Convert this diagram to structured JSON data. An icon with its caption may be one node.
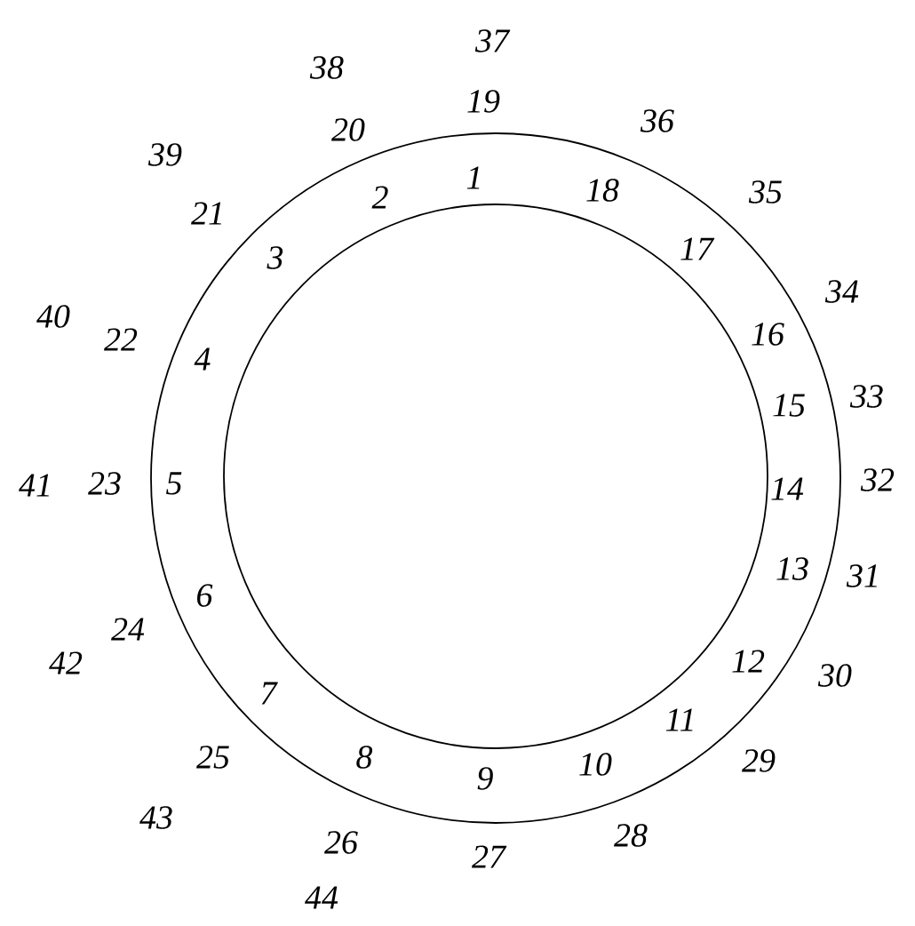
{
  "diagram": {
    "labels": [
      "1",
      "2",
      "3",
      "4",
      "5",
      "6",
      "7",
      "8",
      "9",
      "10",
      "11",
      "12",
      "13",
      "14",
      "15",
      "16",
      "17",
      "18",
      "19",
      "20",
      "21",
      "22",
      "23",
      "24",
      "25",
      "26",
      "27",
      "28",
      "29",
      "30",
      "31",
      "32",
      "33",
      "34",
      "35",
      "36",
      "37",
      "38",
      "39",
      "40",
      "41",
      "42",
      "43",
      "44"
    ]
  }
}
